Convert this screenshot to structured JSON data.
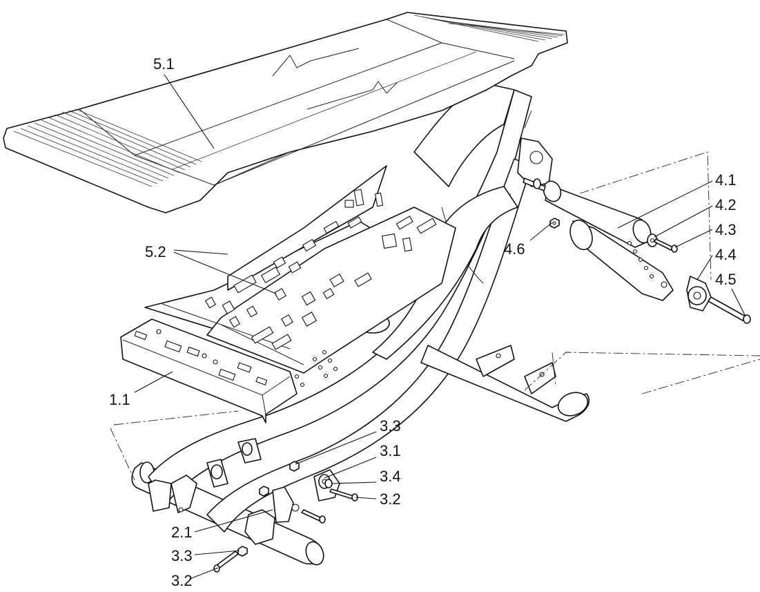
{
  "callouts": [
    {
      "id": "c-5-1",
      "label": "5.1"
    },
    {
      "id": "c-5-2",
      "label": "5.2"
    },
    {
      "id": "c-1-1",
      "label": "1.1"
    },
    {
      "id": "c-4-1",
      "label": "4.1"
    },
    {
      "id": "c-4-2",
      "label": "4.2"
    },
    {
      "id": "c-4-3",
      "label": "4.3"
    },
    {
      "id": "c-4-4",
      "label": "4.4"
    },
    {
      "id": "c-4-5",
      "label": "4.5"
    },
    {
      "id": "c-4-6",
      "label": "4.6"
    },
    {
      "id": "c-3-3a",
      "label": "3.3"
    },
    {
      "id": "c-3-1",
      "label": "3.1"
    },
    {
      "id": "c-3-4",
      "label": "3.4"
    },
    {
      "id": "c-3-2a",
      "label": "3.2"
    },
    {
      "id": "c-2-1",
      "label": "2.1"
    },
    {
      "id": "c-3-3b",
      "label": "3.3"
    },
    {
      "id": "c-3-2b",
      "label": "3.2"
    }
  ]
}
